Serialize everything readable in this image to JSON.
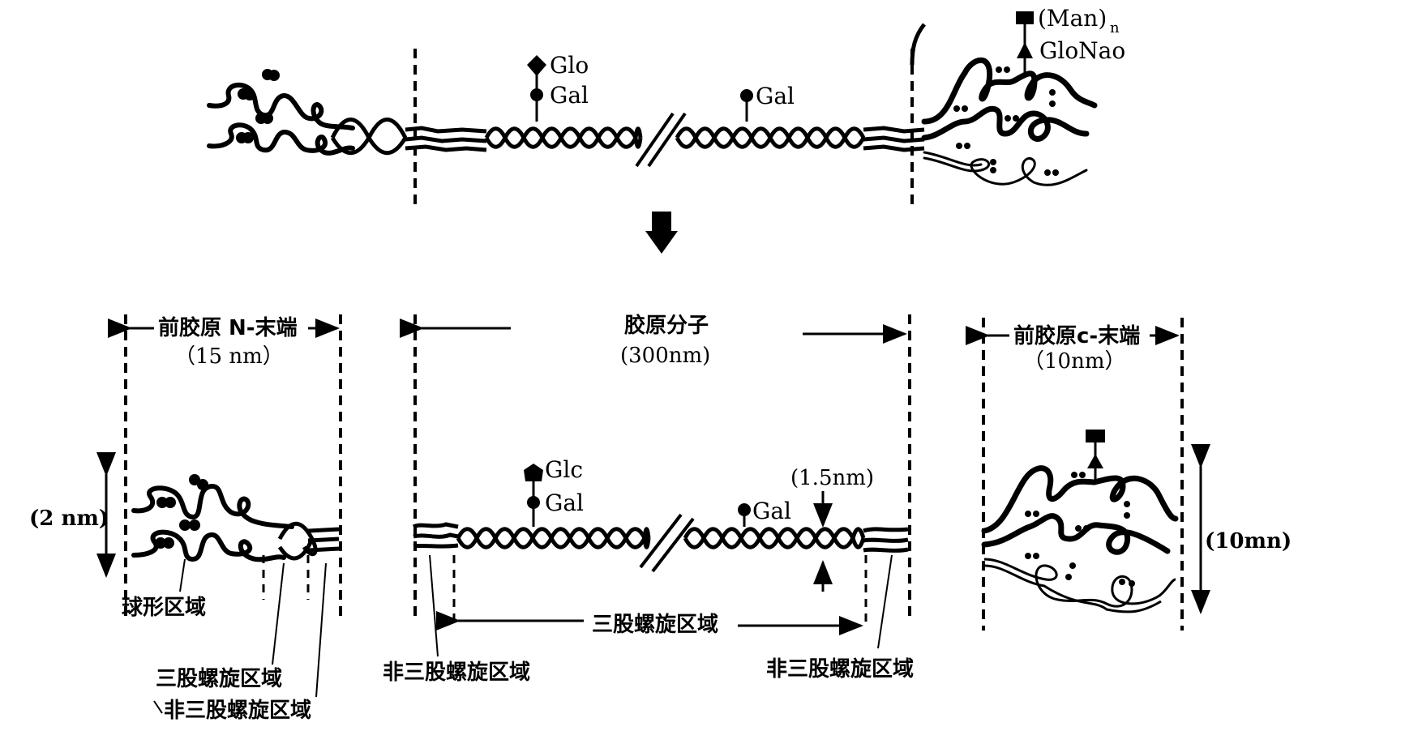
{
  "top_figure": {
    "sugar_labels": {
      "glc": "Glo",
      "gal_left": "Gal",
      "gal_right": "Gal",
      "man": "(Man)",
      "man_subscript": "n",
      "glcnac": "GloNao"
    },
    "icons": [
      "globular-domain-icon",
      "triple-helix-icon",
      "break-mark-icon",
      "sugar-chain-icon",
      "down-arrow-icon"
    ]
  },
  "bottom_left": {
    "title": "前胶原 N-末端",
    "length": "（15 nm）",
    "diameter": "(2 nm)",
    "label_globular": "球形区域",
    "label_triple": "三股螺旋区域",
    "label_nontriple": "非三股螺旋区域"
  },
  "bottom_middle": {
    "title": "胶原分子",
    "length": "(300nm)",
    "glc": "Glc",
    "gal_left": "Gal",
    "gal_right": "Gal",
    "helix_diameter": "(1.5nm)",
    "label_triple": "三股螺旋区域",
    "label_nontriple_left": "非三股螺旋区域",
    "label_nontriple_right": "非三股螺旋区域"
  },
  "bottom_right": {
    "title": "前胶原c-末端",
    "length": "（10nm）",
    "diameter": "(10mn)"
  },
  "colors": {
    "ink": "#000000",
    "paper": "#ffffff"
  }
}
